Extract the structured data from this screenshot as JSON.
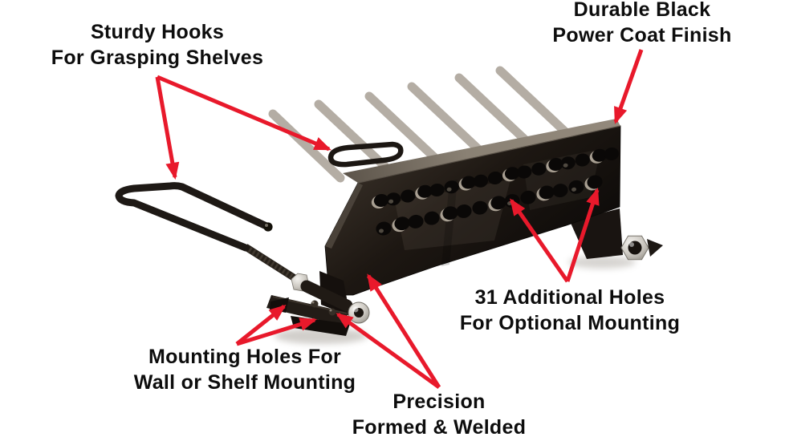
{
  "figure": {
    "subject": "black metal shelf-mount rack product photo with feature callouts",
    "background_color": "#ffffff",
    "annotation": {
      "arrow_color": "#e8192b",
      "text_color": "#0d0d0d"
    },
    "callouts": [
      {
        "id": "sturdy-hooks",
        "lines": [
          "Sturdy Hooks",
          "For Grasping Shelves"
        ],
        "arrows": 2
      },
      {
        "id": "durable-finish",
        "lines": [
          "Durable Black",
          "Power Coat Finish"
        ],
        "arrows": 1
      },
      {
        "id": "additional-holes",
        "lines": [
          "31 Additional Holes",
          "For Optional Mounting"
        ],
        "arrows": 2
      },
      {
        "id": "mounting-holes",
        "lines": [
          "Mounting Holes For",
          "Wall or Shelf Mounting"
        ],
        "arrows": 2
      },
      {
        "id": "precision",
        "lines": [
          "Precision",
          "Formed & Welded"
        ],
        "arrows": 2
      }
    ],
    "product": {
      "peg_count": 6,
      "holes_top_row": 17,
      "holes_bottom_row": 14,
      "additional_holes_total": 31,
      "body_color": "#1d1814",
      "peg_color": "#b4ada4",
      "hardware_color": "#cfccc5"
    }
  }
}
